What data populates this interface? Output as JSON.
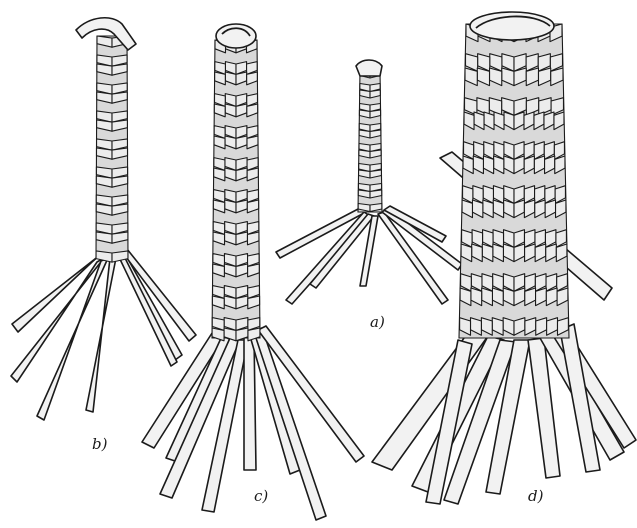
{
  "figure": {
    "labels": {
      "a": "a)",
      "b": "b)",
      "c": "c)",
      "d": "d)"
    }
  }
}
